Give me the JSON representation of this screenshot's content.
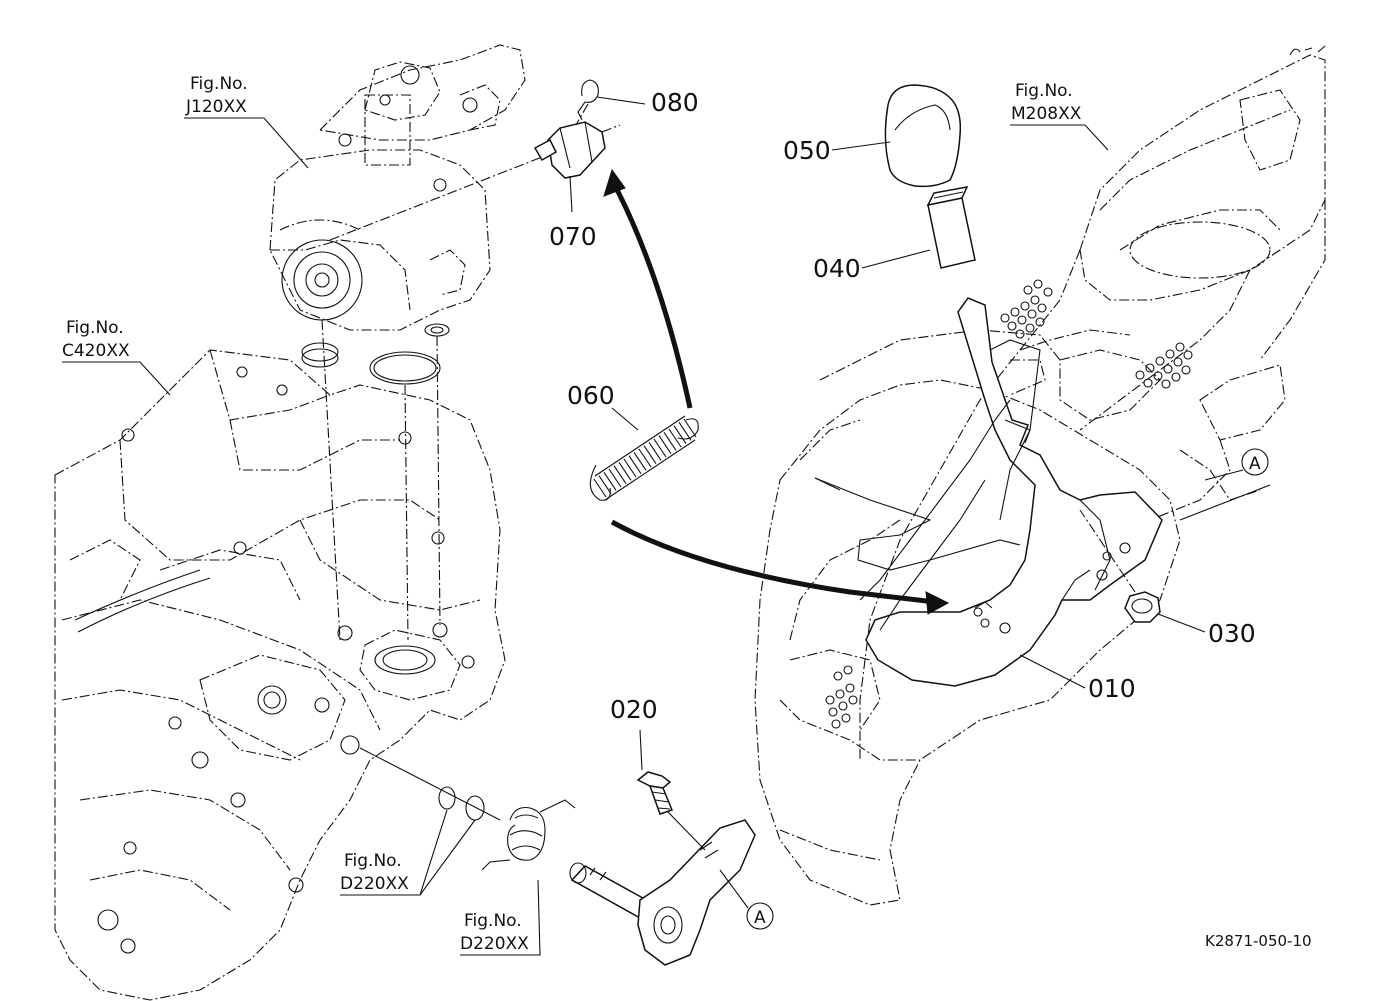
{
  "parts": [
    {
      "label": "080"
    },
    {
      "label": "050"
    },
    {
      "label": "070"
    },
    {
      "label": "040"
    },
    {
      "label": "060"
    },
    {
      "label": "030"
    },
    {
      "label": "010"
    },
    {
      "label": "020"
    }
  ],
  "references": [
    {
      "line1": "Fig.No.",
      "line2": "J120XX"
    },
    {
      "line1": "Fig.No.",
      "line2": "M208XX"
    },
    {
      "line1": "Fig.No.",
      "line2": "C420XX"
    },
    {
      "line1": "Fig.No.",
      "line2": "D220XX"
    },
    {
      "line1": "Fig.No.",
      "line2": "D220XX"
    }
  ],
  "markers": [
    {
      "letter": "A"
    },
    {
      "letter": "A"
    }
  ],
  "drawing_code": "K2871-050-10"
}
